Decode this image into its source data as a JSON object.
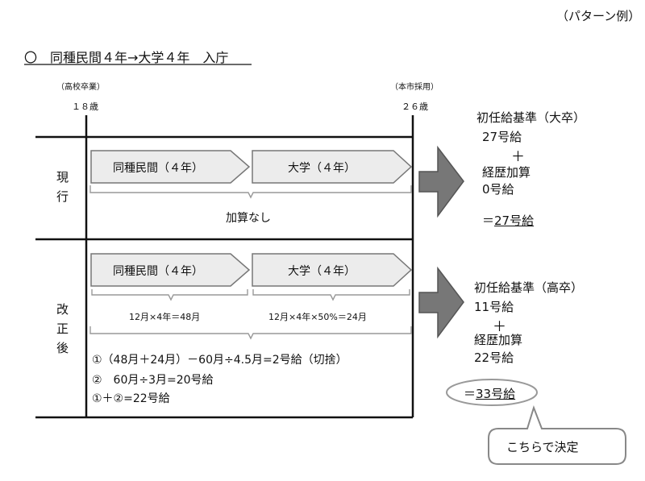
{
  "pattern_label": "（パターン例）",
  "title": "〇　同種民間４年→大学４年　入庁",
  "left_note": "（高校卒業）",
  "right_note": "（本市採用）",
  "age_start": "１８歳",
  "age_end": "２６歳",
  "current": {
    "row_label": "現\n行",
    "arrow1": "同種民間（４年）",
    "arrow2": "大学（４年）",
    "bracket_note": "加算なし",
    "result": [
      "初任給基準（大卒）",
      "27号給",
      "＋",
      "経歴加算",
      "0号給",
      "",
      "＝",
      "27号給"
    ]
  },
  "revised": {
    "row_label": "改\n正\n後",
    "arrow1": "同種民間（４年）",
    "arrow2": "大学（４年）",
    "calc1": "12月×4年＝48月",
    "calc2": "12月×4年×50%＝24月",
    "formula1": "①（48月＋24月）－60月÷4.5月=2号給（切捨）",
    "formula2": "②　60月÷3月=20号給",
    "formula3": "①＋②=22号給",
    "result": [
      "初任給基準（高卒）",
      "11号給",
      "＋",
      "経歴加算",
      "22号給",
      "＝",
      "33号給"
    ]
  },
  "callout": "こちらで決定"
}
